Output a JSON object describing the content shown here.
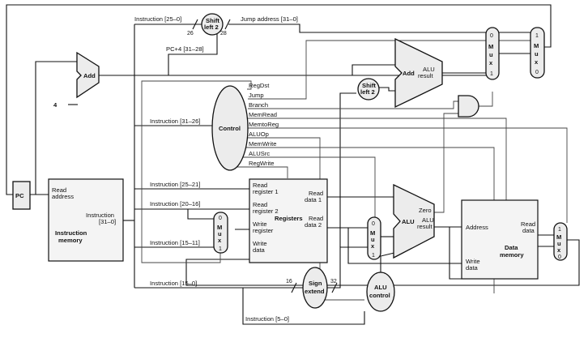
{
  "blocks": {
    "pc": "PC",
    "instr_mem": {
      "read_address_1": "Read",
      "read_address_2": "address",
      "instruction_1": "Instruction",
      "instruction_2": "[31–0]",
      "name_1": "Instruction",
      "name_2": "memory"
    },
    "add_top": "Add",
    "add_branch": {
      "name": "Add",
      "result_1": "ALU",
      "result_2": "result"
    },
    "shift_jump": {
      "line1": "Shift",
      "line2": "left 2",
      "in_width": "26",
      "out_width": "28"
    },
    "shift_branch": {
      "line1": "Shift",
      "line2": "left 2"
    },
    "control": "Control",
    "registers": {
      "read_reg_1a": "Read",
      "read_reg_1b": "register 1",
      "read_reg_2a": "Read",
      "read_reg_2b": "register 2",
      "write_reg_a": "Write",
      "write_reg_b": "register",
      "write_data_a": "Write",
      "write_data_b": "data",
      "read_data_1a": "Read",
      "read_data_1b": "data 1",
      "read_data_2a": "Read",
      "read_data_2b": "data 2",
      "name": "Registers"
    },
    "alu": {
      "name": "ALU",
      "zero": "Zero",
      "result_1": "ALU",
      "result_2": "result"
    },
    "sign_extend": {
      "line1": "Sign",
      "line2": "extend",
      "in_width": "16",
      "out_width": "32"
    },
    "alu_control": {
      "line1": "ALU",
      "line2": "control"
    },
    "data_mem": {
      "address": "Address",
      "read_data_1": "Read",
      "read_data_2": "data",
      "write_data_1": "Write",
      "write_data_2": "data",
      "name_1": "Data",
      "name_2": "memory"
    },
    "add_const": "4"
  },
  "mux_letters": [
    "M",
    "u",
    "x"
  ],
  "muxes": {
    "regdst": {
      "top": "0",
      "bottom": "1"
    },
    "alusrc": {
      "top": "0",
      "bottom": "1"
    },
    "memtoreg": {
      "top": "1",
      "bottom": "0"
    },
    "branch": {
      "top": "0",
      "bottom": "1"
    },
    "jump": {
      "top": "1",
      "bottom": "0"
    }
  },
  "control_signals": [
    "RegDst",
    "Jump",
    "Branch",
    "MemRead",
    "MemtoReg",
    "ALUOp",
    "MemWrite",
    "ALUSrc",
    "RegWrite"
  ],
  "bus_labels": {
    "instr_25_0": "Instruction [25–0]",
    "jump_address": "Jump address [31–0]",
    "pc4": "PC+4 [31–28]",
    "instr_31_26": "Instruction [31–26]",
    "instr_25_21": "Instruction [25–21]",
    "instr_20_16": "Instruction [20–16]",
    "instr_15_11": "Instruction [15–11]",
    "instr_15_0": "Instruction [15–0]",
    "instr_5_0": "Instruction [5–0]"
  }
}
